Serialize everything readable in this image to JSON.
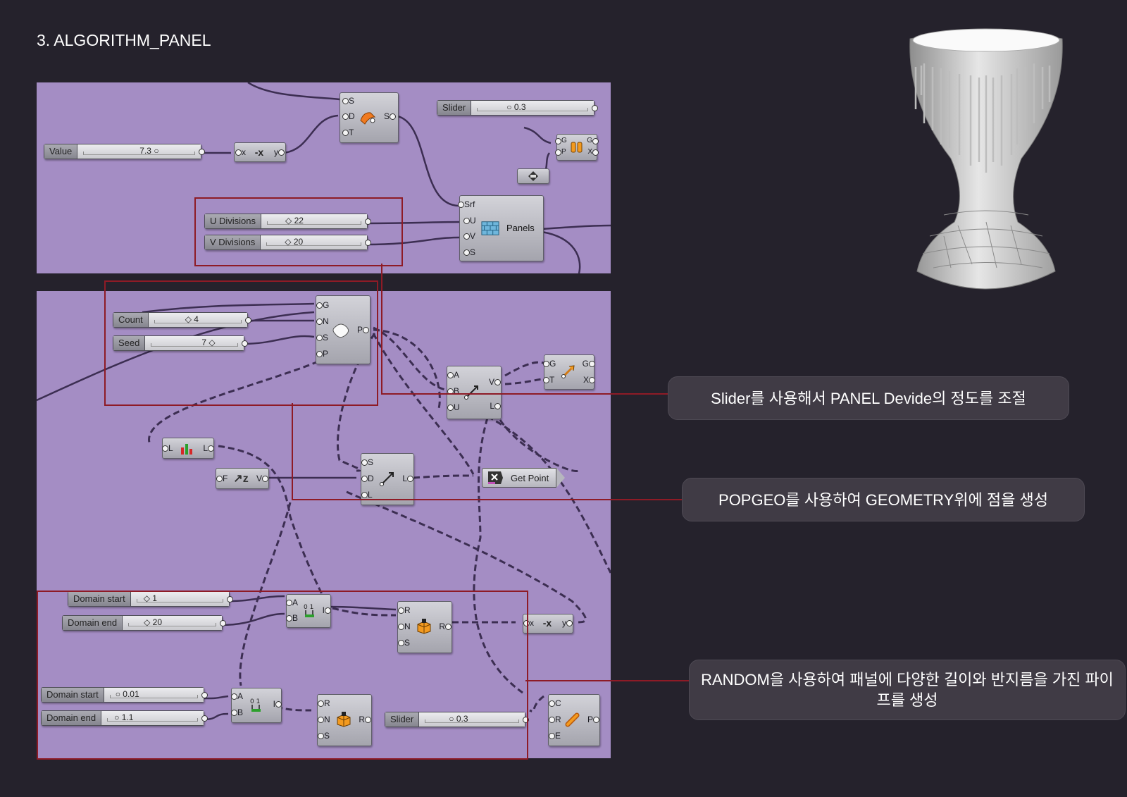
{
  "title": "3. ALGORITHM_PANEL",
  "colors": {
    "canvas": "#a48dc4",
    "background": "#25222c",
    "highlight": "#8e1b26",
    "callout": "#403b45"
  },
  "sliders": {
    "slider_top": {
      "name": "Slider",
      "value": "0.3"
    },
    "value": {
      "name": "Value",
      "value": "7.3"
    },
    "u_divisions": {
      "name": "U Divisions",
      "value": "22"
    },
    "v_divisions": {
      "name": "V Divisions",
      "value": "20"
    },
    "count": {
      "name": "Count",
      "value": "4"
    },
    "seed": {
      "name": "Seed",
      "value": "7"
    },
    "domain_start_1": {
      "name": "Domain start",
      "value": "1"
    },
    "domain_end_1": {
      "name": "Domain end",
      "value": "20"
    },
    "domain_start_2": {
      "name": "Domain start",
      "value": "0.01"
    },
    "domain_end_2": {
      "name": "Domain end",
      "value": "1.1"
    },
    "slider_bottom": {
      "name": "Slider",
      "value": "0.3"
    }
  },
  "components": {
    "sdt": {
      "inputs": [
        "S",
        "D",
        "T"
      ],
      "outputs": [
        "S"
      ],
      "icon": "surface-icon"
    },
    "expr_top": {
      "inputs": [
        "x"
      ],
      "outputs": [
        "y"
      ],
      "icon": "expression-icon"
    },
    "gp_gx": {
      "inputs": [
        "G",
        "P"
      ],
      "outputs": [
        "G",
        "X"
      ],
      "icon": "pull-icon"
    },
    "param_small": {
      "icon": "geometry-param-icon"
    },
    "panels": {
      "inputs": [
        "Srf",
        "U",
        "V",
        "S"
      ],
      "label": "Panels",
      "icon": "panels-icon"
    },
    "popgeo": {
      "inputs": [
        "G",
        "N",
        "S",
        "P"
      ],
      "outputs": [
        "P"
      ],
      "icon": "popgeo-icon"
    },
    "line": {
      "inputs": [
        "A",
        "B",
        "U"
      ],
      "outputs": [
        "V",
        "L"
      ],
      "icon": "line-icon"
    },
    "gt_gx": {
      "inputs": [
        "G",
        "T"
      ],
      "outputs": [
        "G",
        "X"
      ],
      "icon": "move-icon"
    },
    "list_length": {
      "inputs": [
        "L"
      ],
      "outputs": [
        "L"
      ],
      "icon": "list-length-icon"
    },
    "fzv": {
      "inputs": [
        "F"
      ],
      "outputs": [
        "V"
      ],
      "icon": "z-vector-icon"
    },
    "sdl": {
      "inputs": [
        "S",
        "D",
        "L"
      ],
      "outputs": [
        "L"
      ],
      "icon": "line-sdl-icon"
    },
    "getpoint": {
      "label": "Get Point",
      "icon": "get-point-icon"
    },
    "construct_domain_1": {
      "inputs": [
        "A",
        "B"
      ],
      "outputs": [
        "I"
      ],
      "icon": "construct-domain-icon"
    },
    "random_1": {
      "inputs": [
        "R",
        "N",
        "S"
      ],
      "outputs": [
        "R"
      ],
      "icon": "random-icon"
    },
    "expr_bottom": {
      "inputs": [
        "x"
      ],
      "outputs": [
        "y"
      ],
      "icon": "expression-icon"
    },
    "construct_domain_2": {
      "inputs": [
        "A",
        "B"
      ],
      "outputs": [
        "I"
      ],
      "icon": "construct-domain-icon"
    },
    "random_2": {
      "inputs": [
        "R",
        "N",
        "S"
      ],
      "outputs": [
        "R"
      ],
      "icon": "random-icon"
    },
    "pipe": {
      "inputs": [
        "C",
        "R",
        "E"
      ],
      "outputs": [
        "P"
      ],
      "icon": "pipe-icon"
    }
  },
  "callouts": [
    "Slider를 사용해서 PANEL Devide의 정도를 조절",
    "POPGEO를 사용하여 GEOMETRY위에 점을 생성",
    "RANDOM을 사용하여 패널에 다양한 길이와 반지름을 가진 파이프를 생성"
  ]
}
